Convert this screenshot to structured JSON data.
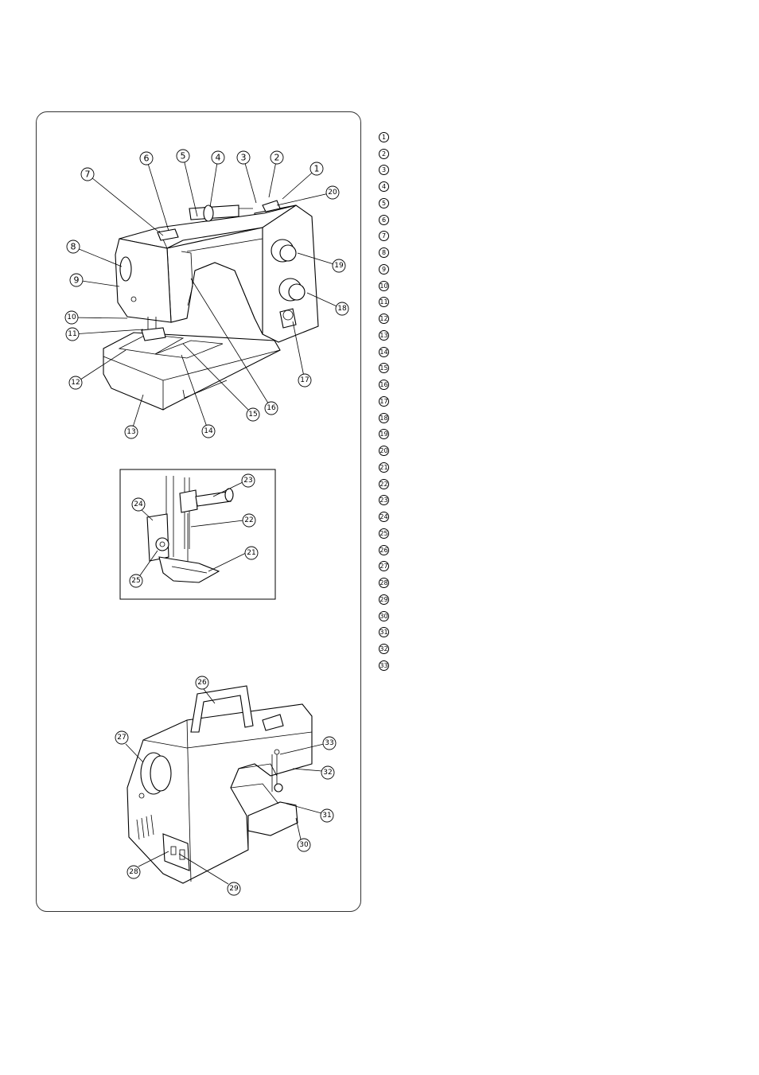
{
  "figure": {
    "callouts_top": [
      "1",
      "2",
      "3",
      "4",
      "5",
      "6",
      "7",
      "8",
      "9",
      "10",
      "11",
      "12",
      "13",
      "14",
      "15",
      "16",
      "17",
      "18",
      "19",
      "20"
    ],
    "callouts_inset": [
      "21",
      "22",
      "23",
      "24",
      "25"
    ],
    "callouts_bottom": [
      "26",
      "27",
      "28",
      "29",
      "30",
      "31",
      "32",
      "33"
    ]
  },
  "legend": {
    "items": [
      "1",
      "2",
      "3",
      "4",
      "5",
      "6",
      "7",
      "8",
      "9",
      "10",
      "11",
      "12",
      "13",
      "14",
      "15",
      "16",
      "17",
      "18",
      "19",
      "20",
      "21",
      "22",
      "23",
      "24",
      "25",
      "26",
      "27",
      "28",
      "29",
      "30",
      "31",
      "32",
      "33"
    ]
  }
}
